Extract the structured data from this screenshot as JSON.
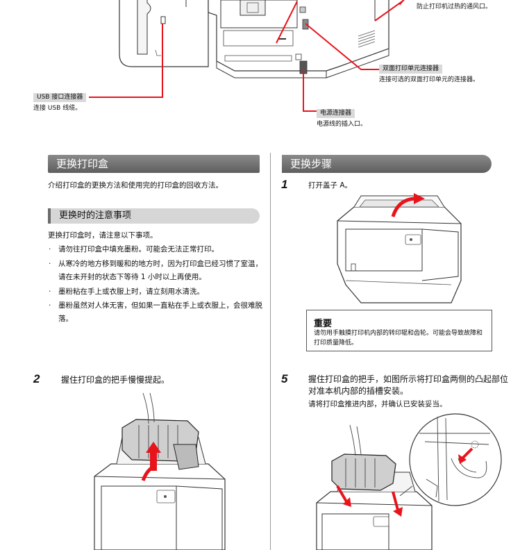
{
  "callouts": {
    "vent_desc": "防止打印机过热的通风口。",
    "duplex_label": "双面打印单元连接器",
    "duplex_desc": "连接可选的双面打印单元的连接器。",
    "usb_label": "USB 接口连接器",
    "usb_desc": "连接 USB 线缆。",
    "power_label": "电源连接器",
    "power_desc": "电源线的插入口。"
  },
  "left_section": {
    "title": "更换打印盒",
    "intro": "介绍打印盒的更换方法和使用完的打印盒的回收方法。",
    "notes_title": "更换时的注意事项",
    "notes_intro": "更换打印盒时，请注意以下事项。",
    "notes": [
      "请勿往打印盒中填充墨粉。可能会无法正常打印。",
      "从寒冷的地方移到暖和的地方时，因为打印盒已经习惯了室温，请在未开封的状态下等待 1 小时以上再使用。",
      "墨粉粘在手上或衣服上时，请立刻用水清洗。",
      "墨粉虽然对人体无害，但如果一直粘在手上或衣服上，会很难脱落。"
    ],
    "bullet_char": "·"
  },
  "right_section": {
    "title": "更换步骤",
    "step1_num": "1",
    "step1_text": "打开盖子 A。",
    "important_title": "重要",
    "important_text": "请勿用手触摸打印机内部的转印辊和齿轮。可能会导致故障和打印质量降低。"
  },
  "step2": {
    "num": "2",
    "text": "握住打印盒的把手慢慢提起。"
  },
  "step5": {
    "num": "5",
    "text": "握住打印盒的把手，如图所示将打印盒两侧的凸起部位对准本机内部的插槽安装。",
    "sub": "请将打印盒推进内部，并确认已安装妥当。"
  },
  "colors": {
    "accent_red": "#e8141c",
    "header_gray": "#6e6e6e",
    "label_gray": "#d9d9d9"
  }
}
